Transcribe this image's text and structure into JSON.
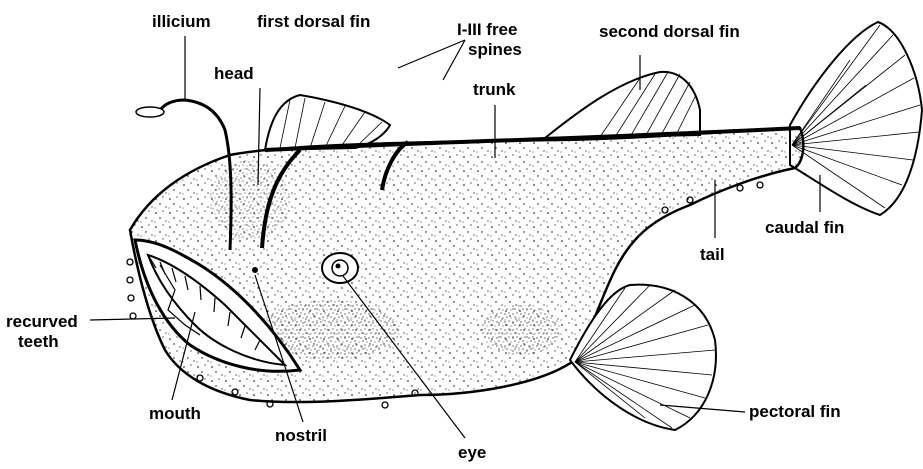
{
  "labels": {
    "illicium": "illicium",
    "first_dorsal_fin": "first  dorsal  fin",
    "free_spines_1": "I-III free",
    "free_spines_2": "spines",
    "second_dorsal_fin": "second  dorsal  fin",
    "head": "head",
    "trunk": "trunk",
    "caudal_fin": "caudal  fin",
    "tail": "tail",
    "recurved_teeth_1": "recurved",
    "recurved_teeth_2": "teeth",
    "mouth": "mouth",
    "nostril": "nostril",
    "eye": "eye",
    "pectoral_fin": "pectoral  fin"
  }
}
